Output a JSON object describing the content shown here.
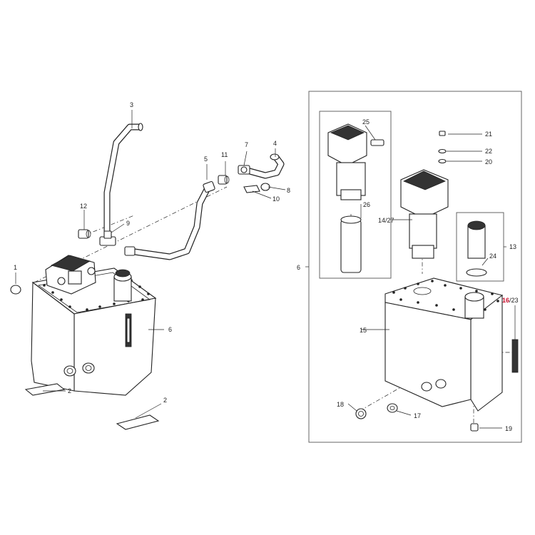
{
  "callouts": {
    "c1": "1",
    "c2a": "2",
    "c2b": "2",
    "c3": "3",
    "c4": "4",
    "c5": "5",
    "c6a": "6",
    "c6b": "6",
    "c7": "7",
    "c8": "8",
    "c9": "9",
    "c10": "10",
    "c11": "11",
    "c12": "12",
    "c13": "13",
    "c14_27": "14/27",
    "c15": "15",
    "c16": "16",
    "c16_23": "/23",
    "c17": "17",
    "c18": "18",
    "c19": "19",
    "c20": "20",
    "c21": "21",
    "c22": "22",
    "c24": "24",
    "c25": "25",
    "c26": "26"
  },
  "colors": {
    "line": "#222222",
    "highlight": "#c8102e",
    "frame": "#555555"
  }
}
